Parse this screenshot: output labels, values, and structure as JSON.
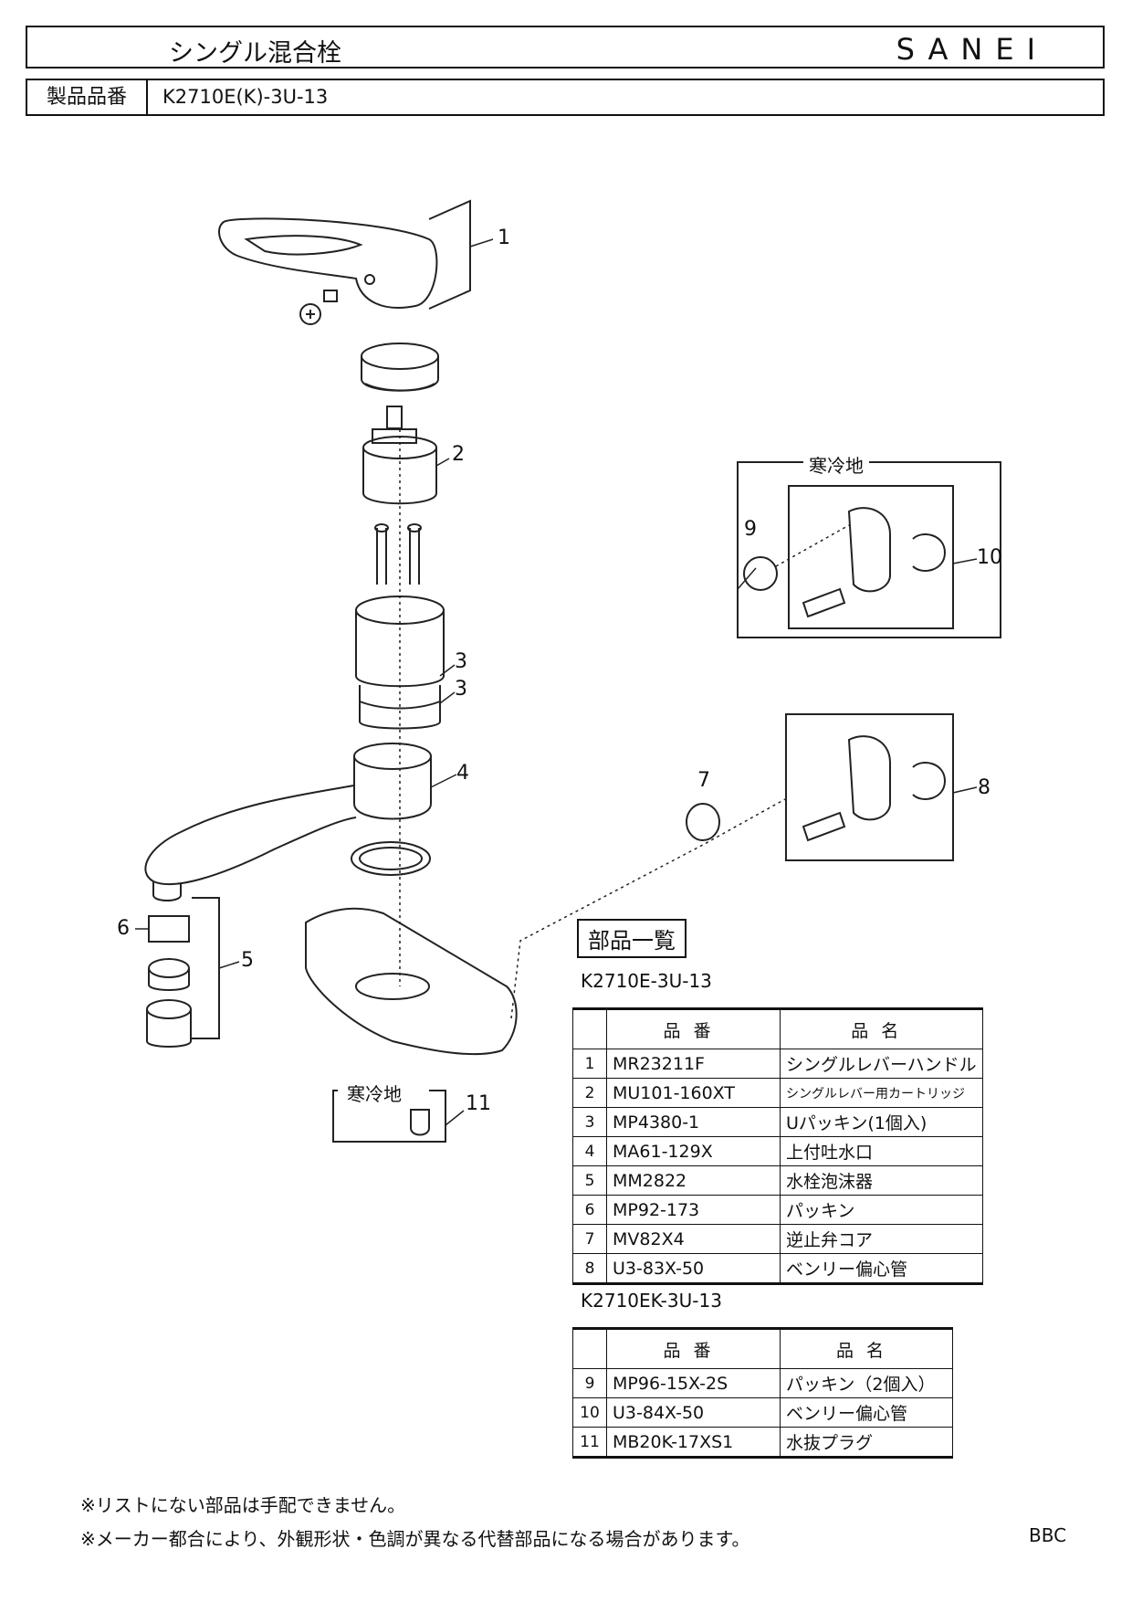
{
  "header": {
    "title": "シングル混合栓",
    "brand": "SANEI",
    "model_label": "製品品番",
    "model_value": "K2710E(K)-3U-13"
  },
  "diagram": {
    "callouts": [
      "1",
      "2",
      "3",
      "3",
      "4",
      "5",
      "6",
      "7",
      "8",
      "9",
      "10",
      "11"
    ],
    "region_cold_top": "寒冷地",
    "region_cold_bottom": "寒冷地"
  },
  "parts": {
    "title": "部品一覧",
    "header_code": "品番",
    "header_name": "品名",
    "group1": {
      "model": "K2710E-3U-13",
      "rows": [
        {
          "no": "1",
          "code": "MR23211F",
          "name": "シングルレバーハンドル"
        },
        {
          "no": "2",
          "code": "MU101-160XT",
          "name": "シングルレバー用カートリッジ"
        },
        {
          "no": "3",
          "code": "MP4380-1",
          "name": "Uパッキン(1個入)"
        },
        {
          "no": "4",
          "code": "MA61-129X",
          "name": "上付吐水口"
        },
        {
          "no": "5",
          "code": "MM2822",
          "name": "水栓泡沫器"
        },
        {
          "no": "6",
          "code": "MP92-173",
          "name": "パッキン"
        },
        {
          "no": "7",
          "code": "MV82X4",
          "name": "逆止弁コア"
        },
        {
          "no": "8",
          "code": "U3-83X-50",
          "name": "ベンリー偏心管"
        }
      ]
    },
    "group2": {
      "model": "K2710EK-3U-13",
      "rows": [
        {
          "no": "9",
          "code": "MP96-15X-2S",
          "name": "パッキン（2個入）"
        },
        {
          "no": "10",
          "code": "U3-84X-50",
          "name": "ベンリー偏心管"
        },
        {
          "no": "11",
          "code": "MB20K-17XS1",
          "name": "水抜プラグ"
        }
      ]
    }
  },
  "notes": [
    "※リストにない部品は手配できません。",
    "※メーカー都合により、外観形状・色調が異なる代替部品になる場合があります。"
  ],
  "footer_code": "BBC"
}
